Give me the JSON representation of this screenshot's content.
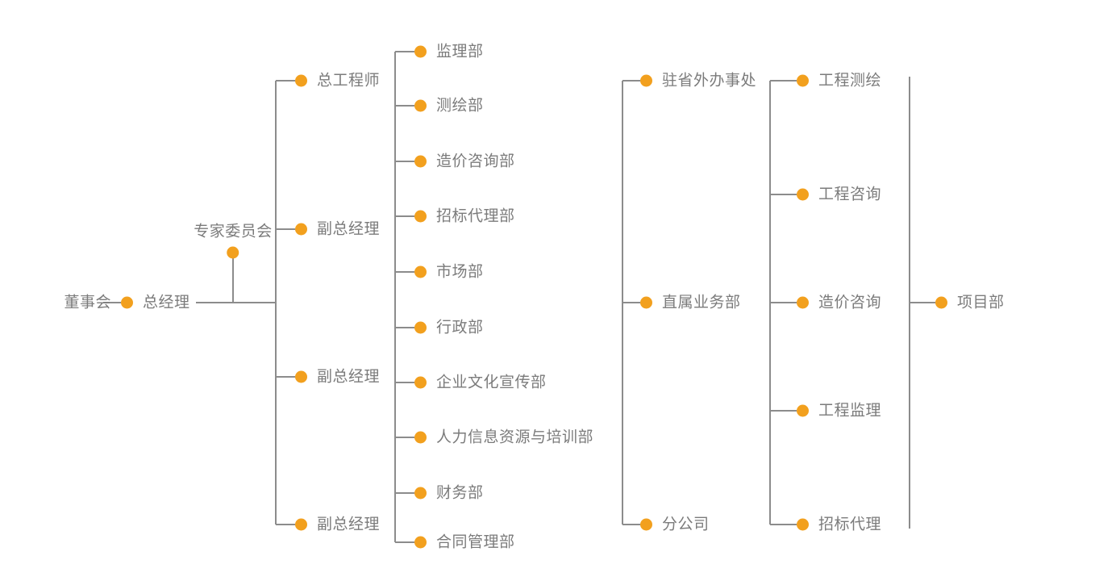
{
  "diagram": {
    "type": "org-chart",
    "title": "",
    "colors": {
      "dot": "#f2a01e",
      "line": "#8c8c8c",
      "label": "#7b7b7b",
      "background": "#ffffff"
    },
    "nodes": {
      "board": {
        "label": "董事会"
      },
      "general_manager": {
        "label": "总经理"
      },
      "expert_committee": {
        "label": "专家委员会"
      },
      "level1": [
        {
          "label": "总工程师"
        },
        {
          "label": "副总经理"
        },
        {
          "label": "副总经理"
        },
        {
          "label": "副总经理"
        }
      ],
      "departments": [
        {
          "label": "监理部"
        },
        {
          "label": "测绘部"
        },
        {
          "label": "造价咨询部"
        },
        {
          "label": "招标代理部"
        },
        {
          "label": "市场部"
        },
        {
          "label": "行政部"
        },
        {
          "label": "企业文化宣传部"
        },
        {
          "label": "人力信息资源与培训部"
        },
        {
          "label": "财务部"
        },
        {
          "label": "合同管理部"
        }
      ],
      "business_units": [
        {
          "label": "驻省外办事处"
        },
        {
          "label": "直属业务部"
        },
        {
          "label": "分公司"
        }
      ],
      "services": [
        {
          "label": "工程测绘"
        },
        {
          "label": "工程咨询"
        },
        {
          "label": "造价咨询"
        },
        {
          "label": "工程监理"
        },
        {
          "label": "招标代理"
        }
      ],
      "projects": [
        {
          "label": "项目部"
        }
      ]
    }
  }
}
